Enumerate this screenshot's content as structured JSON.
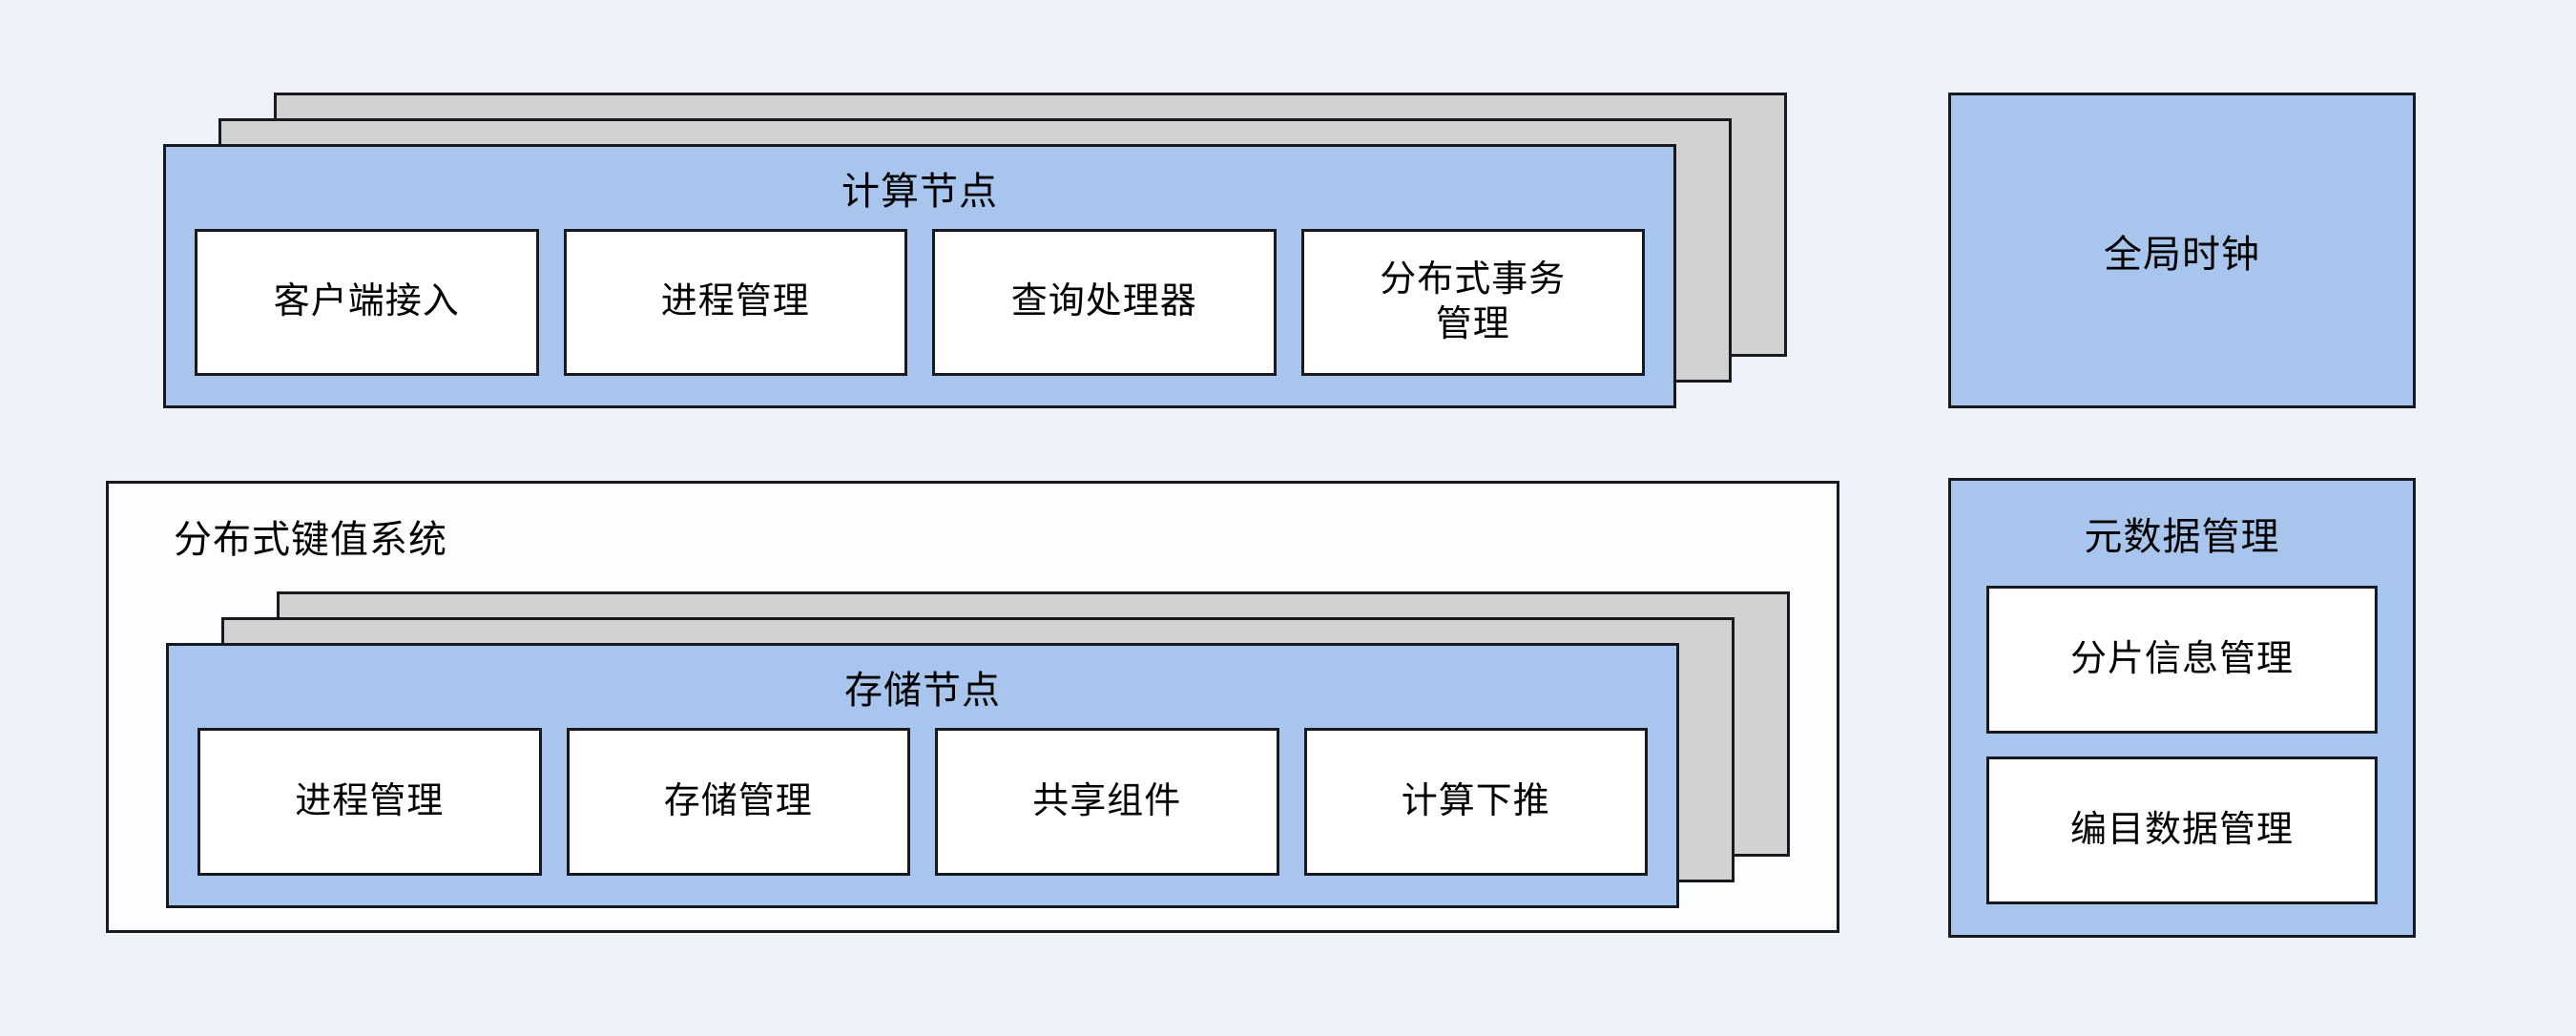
{
  "compute_node": {
    "title": "计算节点",
    "modules": [
      "客户端接入",
      "进程管理",
      "查询处理器",
      "分布式事务\n管理"
    ]
  },
  "global_clock": {
    "label": "全局时钟"
  },
  "kv_system": {
    "title": "分布式键值系统"
  },
  "storage_node": {
    "title": "存储节点",
    "modules": [
      "进程管理",
      "存储管理",
      "共享组件",
      "计算下推"
    ]
  },
  "metadata_management": {
    "title": "元数据管理",
    "modules": [
      "分片信息管理",
      "编目数据管理"
    ]
  },
  "colors": {
    "background": "#edf2fb",
    "node_fill": "#a8c5ed",
    "layer_fill": "#d2d2d2",
    "module_fill": "#ffffff",
    "panel_fill": "#fcfdff",
    "border": "#17191f"
  }
}
